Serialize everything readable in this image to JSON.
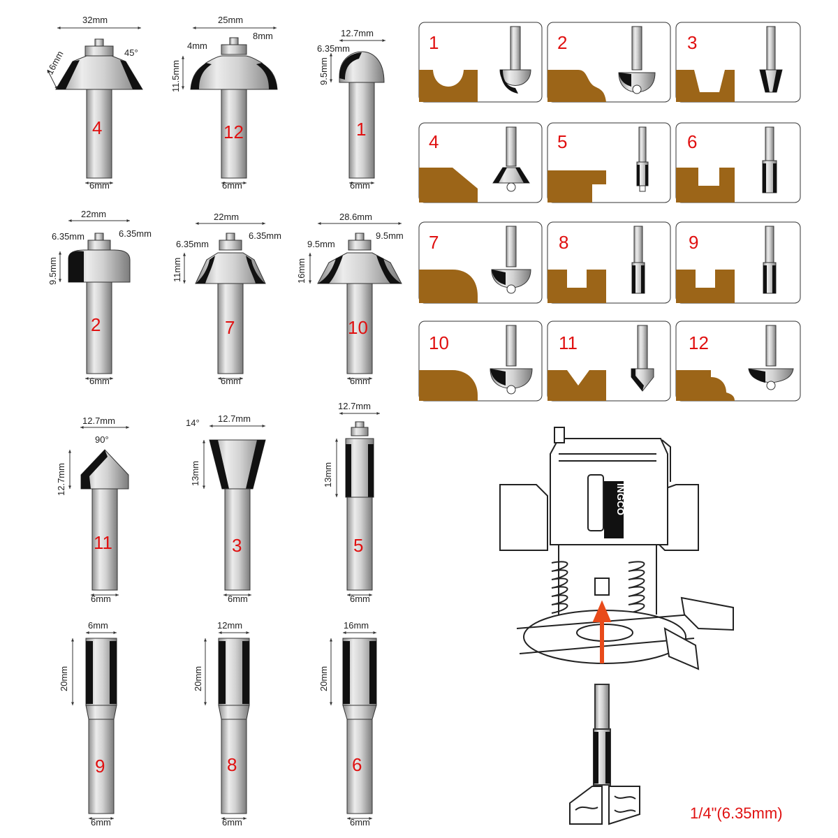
{
  "bits": [
    {
      "number": "4",
      "top_width": "32mm",
      "side_height": "16mm",
      "notch": "",
      "extra": "45°",
      "shank": "6mm"
    },
    {
      "number": "12",
      "top_width": "25mm",
      "side_height": "11.5mm",
      "notch": "4mm",
      "extra": "8mm",
      "shank": "6mm"
    },
    {
      "number": "1",
      "top_width": "12.7mm",
      "side_height": "9.5mm",
      "notch": "6.35mm",
      "extra": "",
      "shank": "6mm"
    },
    {
      "number": "2",
      "top_width": "22mm",
      "side_height": "9.5mm",
      "notch": "6.35mm",
      "extra": "6.35mm",
      "shank": "6mm"
    },
    {
      "number": "7",
      "top_width": "22mm",
      "side_height": "11mm",
      "notch": "6.35mm",
      "extra": "6.35mm",
      "shank": "6mm"
    },
    {
      "number": "10",
      "top_width": "28.6mm",
      "side_height": "16mm",
      "notch": "9.5mm",
      "extra": "9.5mm",
      "shank": "6mm"
    },
    {
      "number": "11",
      "top_width": "12.7mm",
      "side_height": "12.7mm",
      "notch": "",
      "extra": "90°",
      "shank": "6mm"
    },
    {
      "number": "3",
      "top_width": "12.7mm",
      "side_height": "13mm",
      "notch": "",
      "extra": "14°",
      "shank": "6mm"
    },
    {
      "number": "5",
      "top_width": "12.7mm",
      "side_height": "13mm",
      "notch": "",
      "extra": "",
      "shank": "6mm"
    },
    {
      "number": "9",
      "top_width": "6mm",
      "side_height": "20mm",
      "notch": "",
      "extra": "",
      "shank": "6mm"
    },
    {
      "number": "8",
      "top_width": "12mm",
      "side_height": "20mm",
      "notch": "",
      "extra": "",
      "shank": "6mm"
    },
    {
      "number": "6",
      "top_width": "16mm",
      "side_height": "20mm",
      "notch": "",
      "extra": "",
      "shank": "6mm"
    }
  ],
  "profiles": [
    {
      "number": "1",
      "profile": "cove"
    },
    {
      "number": "2",
      "profile": "ogee"
    },
    {
      "number": "3",
      "profile": "dovetail"
    },
    {
      "number": "4",
      "profile": "chamfer"
    },
    {
      "number": "5",
      "profile": "rabbet"
    },
    {
      "number": "6",
      "profile": "wide-straight"
    },
    {
      "number": "7",
      "profile": "roundover"
    },
    {
      "number": "8",
      "profile": "medium-straight"
    },
    {
      "number": "9",
      "profile": "narrow-straight"
    },
    {
      "number": "10",
      "profile": "large-roundover"
    },
    {
      "number": "11",
      "profile": "v-groove"
    },
    {
      "number": "12",
      "profile": "roman-ogee"
    }
  ],
  "router_brand": "INGCO",
  "footer_label": "1/4\"(6.35mm)",
  "colors": {
    "wood": "#9c6518",
    "number": "#e01010",
    "frame": "#333333"
  }
}
